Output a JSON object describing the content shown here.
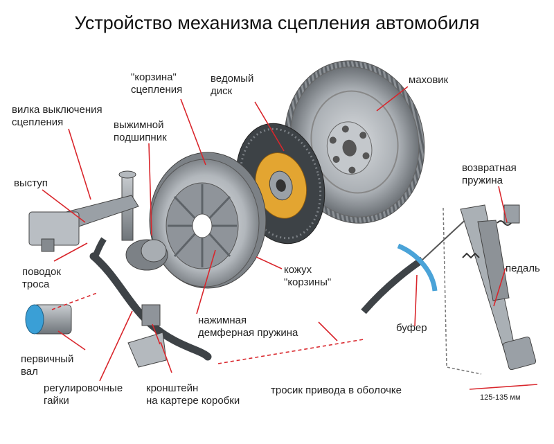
{
  "title": "Устройство механизма сцепления автомобиля",
  "colors": {
    "leader": "#d9262c",
    "metal": "#9aa0a6",
    "dark": "#4a4f55",
    "friction": "#e3a531",
    "buffer": "#4aa3d8"
  },
  "labels": {
    "basket": "\"корзина\"\nсцепления",
    "driven_disc": "ведомый\nдиск",
    "flywheel": "маховик",
    "release_fork": "вилка выключения\nсцепления",
    "release_bearing": "выжимной\nподшипник",
    "protrusion": "выступ",
    "return_spring": "возвратная\nпружина",
    "cable_lead": "поводок\nтроса",
    "basket_cover": "кожух\n\"корзины\"",
    "pedal": "педаль",
    "input_shaft": "первичный\nвал",
    "damper_spring": "нажимная\nдемферная пружина",
    "buffer": "буфер",
    "adjusting_nuts": "регулировочные\nгайки",
    "bracket": "кронштейн\nна картере коробки",
    "cable": "тросик привода в оболочке"
  },
  "dimension": "125-135 мм"
}
